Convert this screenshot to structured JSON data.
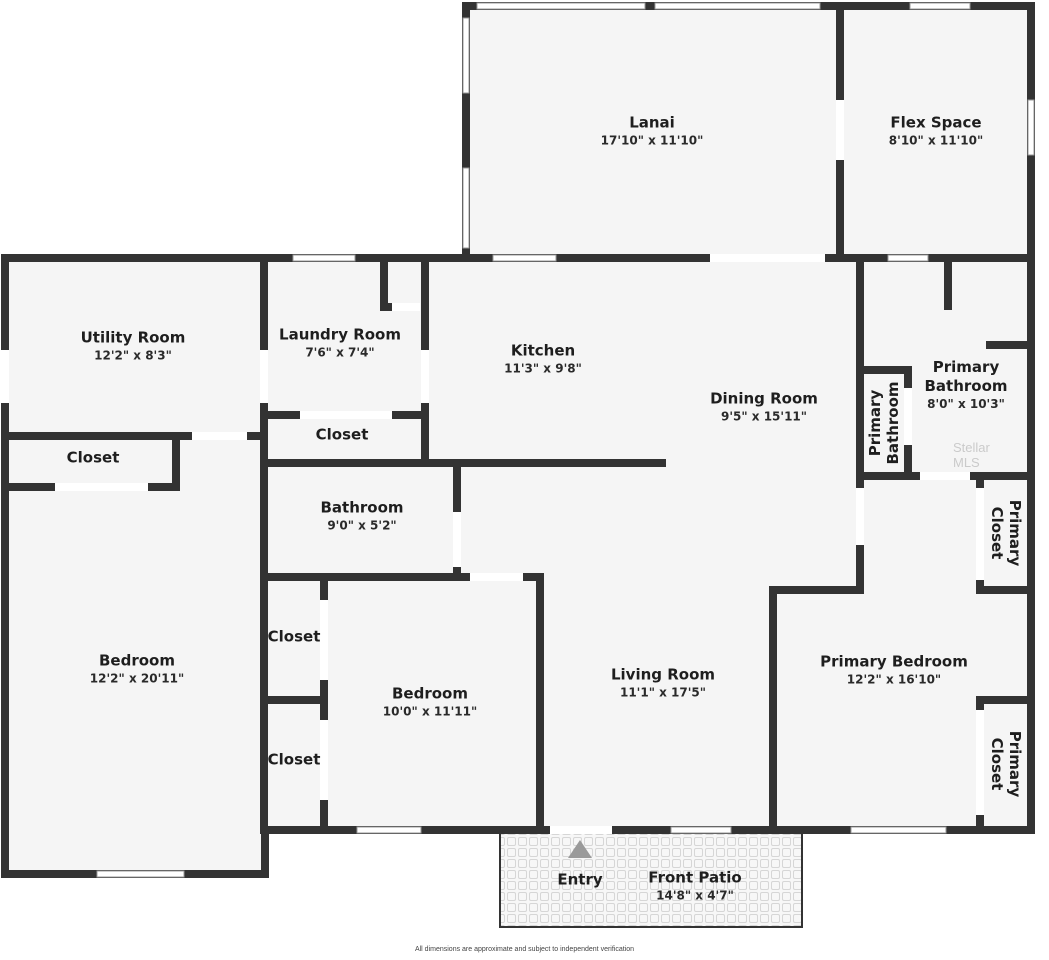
{
  "floorplan": {
    "rooms": [
      {
        "id": "lanai",
        "name": "Lanai",
        "dims": "17'10\" x 11'10\""
      },
      {
        "id": "flex-space",
        "name": "Flex Space",
        "dims": "8'10\" x 11'10\""
      },
      {
        "id": "utility-room",
        "name": "Utility Room",
        "dims": "12'2\" x 8'3\""
      },
      {
        "id": "laundry-room",
        "name": "Laundry Room",
        "dims": "7'6\" x 7'4\""
      },
      {
        "id": "kitchen",
        "name": "Kitchen",
        "dims": "11'3\" x 9'8\""
      },
      {
        "id": "dining-room",
        "name": "Dining Room",
        "dims": "9'5\" x 15'11\""
      },
      {
        "id": "primary-bathroom",
        "name": "Primary Bathroom",
        "dims": "8'0\" x 10'3\""
      },
      {
        "id": "primary-bathroom-small",
        "name": "Primary Bathroom",
        "dims": ""
      },
      {
        "id": "closet-laundry",
        "name": "Closet",
        "dims": ""
      },
      {
        "id": "closet-utility",
        "name": "Closet",
        "dims": ""
      },
      {
        "id": "bathroom",
        "name": "Bathroom",
        "dims": "9'0\" x 5'2\""
      },
      {
        "id": "primary-closet-upper",
        "name": "Primary Closet",
        "dims": ""
      },
      {
        "id": "bedroom-left",
        "name": "Bedroom",
        "dims": "12'2\" x 20'11\""
      },
      {
        "id": "closet-upper",
        "name": "Closet",
        "dims": ""
      },
      {
        "id": "closet-lower",
        "name": "Closet",
        "dims": ""
      },
      {
        "id": "bedroom-center",
        "name": "Bedroom",
        "dims": "10'0\" x 11'11\""
      },
      {
        "id": "living-room",
        "name": "Living Room",
        "dims": "11'1\" x 17'5\""
      },
      {
        "id": "primary-bedroom",
        "name": "Primary Bedroom",
        "dims": "12'2\" x 16'10\""
      },
      {
        "id": "primary-closet-lower",
        "name": "Primary Closet",
        "dims": ""
      },
      {
        "id": "entry",
        "name": "Entry",
        "dims": ""
      },
      {
        "id": "front-patio",
        "name": "Front Patio",
        "dims": "14'8\" x 4'7\""
      }
    ],
    "entry_marker": "entry-arrow",
    "footer_note": "All dimensions are approximate and subject to independent verification",
    "watermark": "Stellar MLS",
    "colors": {
      "wall": "#333333",
      "floor": "#f5f5f5",
      "window_frame": "#9a9a9a",
      "patio_tile": "#d9d9d9",
      "text": "#1e1e1e"
    }
  }
}
